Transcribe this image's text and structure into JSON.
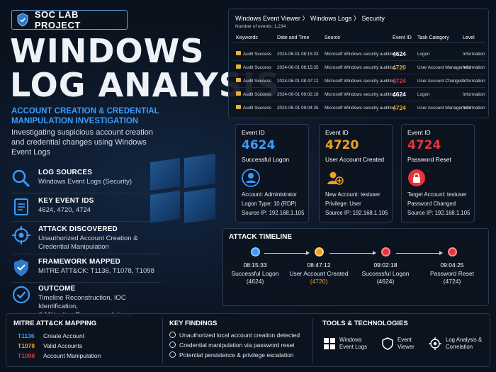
{
  "badge": {
    "text": "SOC LAB PROJECT"
  },
  "title": {
    "line1": "WINDOWS",
    "line2": "LOG ANALYSIS"
  },
  "subtitle": "ACCOUNT CREATION & CREDENTIAL MANIPULATION INVESTIGATION",
  "description": "Investigating suspicious account creation and credential changes using Windows Event Logs",
  "info": [
    {
      "head": "LOG SOURCES",
      "body": [
        "Windows Event Logs (Security)"
      ],
      "icon": "search-icon"
    },
    {
      "head": "KEY EVENT IDS",
      "body": [
        "4624, 4720, 4724"
      ],
      "icon": "document-icon"
    },
    {
      "head": "ATTACK DISCOVERED",
      "body": [
        "Unauthorized Account Creation &",
        "Credential Manipulation"
      ],
      "icon": "target-icon"
    },
    {
      "head": "FRAMEWORK MAPPED",
      "body": [
        "MITRE ATT&CK: T1136, T1078, T1098"
      ],
      "icon": "shield-icon"
    },
    {
      "head": "OUTCOME",
      "body": [
        "Timeline Reconstruction, IOC Identification,",
        "& Mitigation Recommendations"
      ],
      "icon": "check-circle-icon"
    }
  ],
  "event_viewer": {
    "breadcrumb": "Windows Event Viewer  〉 Windows Logs 〉 Security",
    "count": "Number of events: 1,234",
    "columns": [
      "Keywords",
      "Date and Time",
      "Source",
      "Event ID",
      "Task Category",
      "Level"
    ],
    "rows": [
      {
        "kw": "Audit Success",
        "dt": "2024-06-01 08:15:33",
        "src": "Microsoft Windows security auditing.",
        "id": "4624",
        "cat": "Logon",
        "lvl": "Information",
        "color": "#ffffff"
      },
      {
        "kw": "Audit Success",
        "dt": "2024-06-01 08:15:35",
        "src": "Microsoft Windows security auditing.",
        "id": "4720",
        "cat": "User Account Management",
        "lvl": "Information",
        "color": "#f0a024"
      },
      {
        "kw": "Audit Success",
        "dt": "2024-06-01 08:47:12",
        "src": "Microsoft Windows security auditing.",
        "id": "4724",
        "cat": "User Account Changed",
        "lvl": "Information",
        "color": "#e8333a"
      },
      {
        "kw": "Audit Success",
        "dt": "2024-06-01 09:02:18",
        "src": "Microsoft Windows security auditing.",
        "id": "4624",
        "cat": "Logon",
        "lvl": "Information",
        "color": "#ffffff"
      },
      {
        "kw": "Audit Success",
        "dt": "2024-06-01 09:04:25",
        "src": "Microsoft Windows security auditing.",
        "id": "4724",
        "cat": "User Account Management",
        "lvl": "Information",
        "color": "#f0a024"
      }
    ]
  },
  "cards": [
    {
      "label": "Event ID",
      "id": "4624",
      "name": "Successful Logon",
      "color": "#3a9cff",
      "icon": "user-icon",
      "lines": [
        "Account:  Administrator",
        "Logon Type: 10 (RDP)",
        "Source IP:  192.168.1.105"
      ]
    },
    {
      "label": "Event ID",
      "id": "4720",
      "name": "User Account Created",
      "color": "#f0a024",
      "icon": "add-user-icon",
      "lines": [
        "New Account:  testuser",
        "Privilege:  User",
        "Source IP:  192.168.1.105"
      ]
    },
    {
      "label": "Event ID",
      "id": "4724",
      "name": "Password Reset",
      "color": "#e8333a",
      "icon": "lock-icon",
      "lines": [
        "Target Account:  testuser",
        "Password Changed",
        "Source IP:  192.168.1.105"
      ]
    }
  ],
  "timeline": {
    "title": "ATTACK TIMELINE",
    "nodes": [
      {
        "time": "08:15:33",
        "desc": "Successful Logon",
        "code": "(4624)",
        "color": "#3a9cff",
        "code_color": "#e3e8ef"
      },
      {
        "time": "08:47:12",
        "desc": "User Account Created",
        "code": "(4720)",
        "color": "#f0a024",
        "code_color": "#f0a024"
      },
      {
        "time": "09:02:18",
        "desc": "Successful Logon",
        "code": "(4624)",
        "color": "#e8333a",
        "code_color": "#e3e8ef"
      },
      {
        "time": "09:04:25",
        "desc": "Password Reset",
        "code": "(4724)",
        "color": "#e8333a",
        "code_color": "#e3e8ef"
      }
    ]
  },
  "mitre": {
    "title": "MITRE ATT&CK MAPPING",
    "items": [
      {
        "code": "T1136",
        "name": "Create Account",
        "color": "#3a9cff"
      },
      {
        "code": "T1078",
        "name": "Valid Accounts",
        "color": "#f0a024"
      },
      {
        "code": "T1098",
        "name": "Account Manipulation",
        "color": "#e8333a"
      }
    ]
  },
  "findings": {
    "title": "KEY FINDINGS",
    "items": [
      "Unauthorized local account creation detected",
      "Credential manipulation via password reset",
      "Potential persistence & privilege escalation"
    ]
  },
  "tools": {
    "title": "TOOLS & TECHNOLOGIES",
    "items": [
      {
        "lines": [
          "Windows",
          "Event Logs"
        ],
        "icon": "windows-icon"
      },
      {
        "lines": [
          "Event",
          "Viewer"
        ],
        "icon": "shield-icon"
      },
      {
        "lines": [
          "Log Analysis &",
          "Correlation"
        ],
        "icon": "target-icon"
      }
    ]
  }
}
